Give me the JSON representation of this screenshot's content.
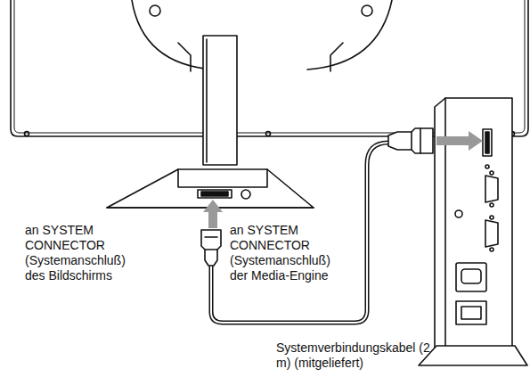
{
  "diagram": {
    "labels": [
      "an SYSTEM CONNECTOR (Systemanschluß) des Bildschirms",
      "an SYSTEM CONNECTOR (Systemanschluß) der Media-Engine",
      "Systemverbindungskabel (2 m) (mitgeliefert)"
    ]
  }
}
